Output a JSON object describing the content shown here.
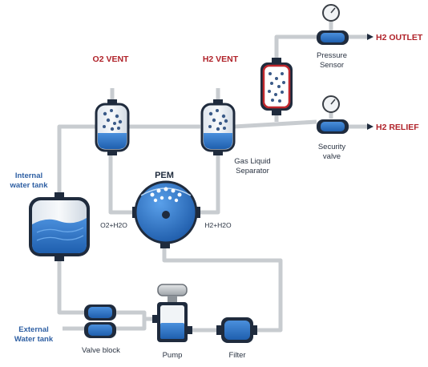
{
  "labels": {
    "o2_vent": "O2 VENT",
    "h2_vent": "H2 VENT",
    "h2_outlet": "H2 OUTLET",
    "h2_relief": "H2 RELIEF",
    "pressure_sensor_line1": "Pressure",
    "pressure_sensor_line2": "Sensor",
    "security_valve_line1": "Security",
    "security_valve_line2": "valve",
    "gas_liquid_line1": "Gas Liquid",
    "gas_liquid_line2": "Separator",
    "internal_tank_line1": "Internal",
    "internal_tank_line2": "water tank",
    "pem": "PEM",
    "o2_h2o": "O2+H2O",
    "h2_h2o": "H2+H2O",
    "external_tank_line1": "External",
    "external_tank_line2": "Water tank",
    "valve_block": "Valve block",
    "pump": "Pump",
    "filter": "Filter"
  },
  "colors": {
    "vent_label": "#b0232a",
    "tank_label": "#2e5fa3",
    "pipe": "#c8ccd0",
    "water": "#2f74c8",
    "vessel_outline": "#1f2b3d",
    "separator_border": "#c0272d"
  }
}
